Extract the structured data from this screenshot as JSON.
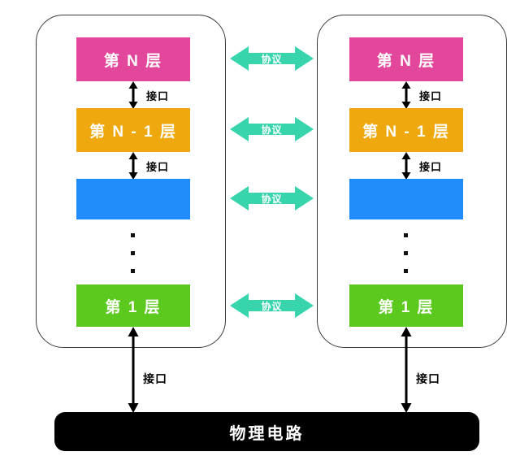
{
  "diagram": {
    "title_text": "物理电路",
    "colors": {
      "layer_n": "#e3479b",
      "layer_n_minus_1": "#efa80e",
      "layer_mid": "#1f8cfa",
      "layer_1": "#5bc91d",
      "protocol_arrow": "#38d5ad",
      "physical_bar": "#000000",
      "panel_border": "#3a3a3a",
      "text_on_color": "#ffffff",
      "text_dark": "#000000"
    },
    "hosts": [
      {
        "id": "left",
        "layers": [
          {
            "label": "第 N 层",
            "color_key": "layer_n",
            "has_label": true
          },
          {
            "label": "第 N - 1 层",
            "color_key": "layer_n_minus_1",
            "has_label": true
          },
          {
            "label": "",
            "color_key": "layer_mid",
            "has_label": false
          },
          {
            "label": "第 1 层",
            "color_key": "layer_1",
            "has_label": true
          }
        ],
        "interfaces": [
          {
            "label": "接口"
          },
          {
            "label": "接口"
          }
        ],
        "bottom_interface": {
          "label": "接口"
        },
        "ellipsis_dots": 3
      },
      {
        "id": "right",
        "layers": [
          {
            "label": "第 N 层",
            "color_key": "layer_n",
            "has_label": true
          },
          {
            "label": "第 N - 1 层",
            "color_key": "layer_n_minus_1",
            "has_label": true
          },
          {
            "label": "",
            "color_key": "layer_mid",
            "has_label": false
          },
          {
            "label": "第 1 层",
            "color_key": "layer_1",
            "has_label": true
          }
        ],
        "interfaces": [
          {
            "label": "接口"
          },
          {
            "label": "接口"
          }
        ],
        "bottom_interface": {
          "label": "接口"
        },
        "ellipsis_dots": 3
      }
    ],
    "protocols": [
      {
        "label": "协议"
      },
      {
        "label": "协议"
      },
      {
        "label": "协议"
      },
      {
        "label": "协议"
      }
    ]
  }
}
